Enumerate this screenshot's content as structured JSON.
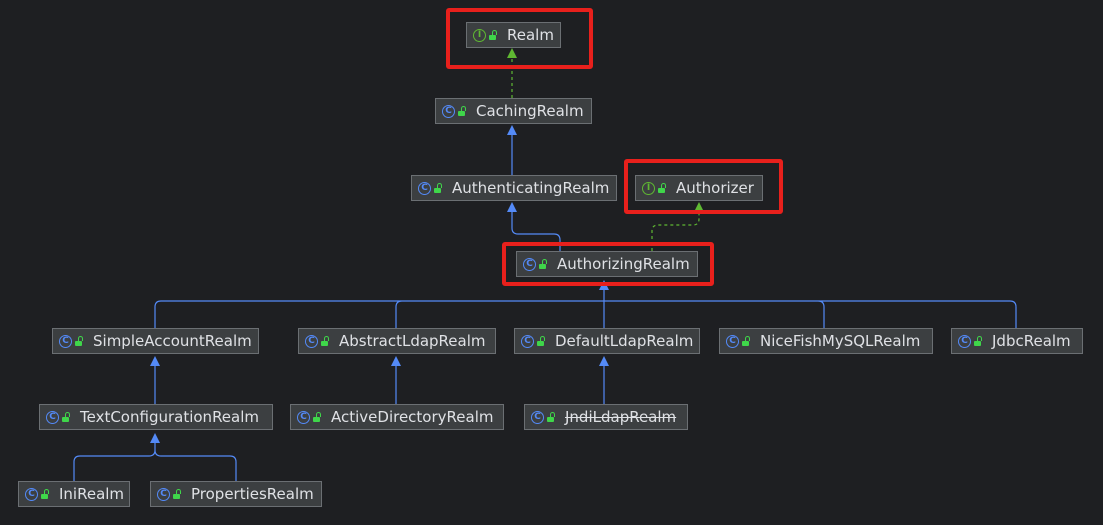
{
  "colors": {
    "background": "#1e1f22",
    "inheritance_edge": "#548af7",
    "implements_edge": "#5fb832",
    "highlight": "#e8201c"
  },
  "nodes": {
    "realm": {
      "label": "Realm",
      "kind": "interface",
      "kind_icon": "interface-icon",
      "badge": "I"
    },
    "caching_realm": {
      "label": "CachingRealm",
      "kind": "class",
      "kind_icon": "class-icon",
      "badge": "C"
    },
    "authenticating_realm": {
      "label": "AuthenticatingRealm",
      "kind": "class",
      "kind_icon": "class-icon",
      "badge": "C"
    },
    "authorizer": {
      "label": "Authorizer",
      "kind": "interface",
      "kind_icon": "interface-icon",
      "badge": "I"
    },
    "authorizing_realm": {
      "label": "AuthorizingRealm",
      "kind": "class",
      "kind_icon": "class-icon",
      "badge": "C"
    },
    "simple_account_realm": {
      "label": "SimpleAccountRealm",
      "kind": "class",
      "kind_icon": "class-icon",
      "badge": "C"
    },
    "abstract_ldap_realm": {
      "label": "AbstractLdapRealm",
      "kind": "class",
      "kind_icon": "class-icon",
      "badge": "C"
    },
    "default_ldap_realm": {
      "label": "DefaultLdapRealm",
      "kind": "class",
      "kind_icon": "class-icon",
      "badge": "C"
    },
    "nicefish_mysql_realm": {
      "label": "NiceFishMySQLRealm",
      "kind": "class",
      "kind_icon": "class-icon",
      "badge": "C"
    },
    "jdbc_realm": {
      "label": "JdbcRealm",
      "kind": "class",
      "kind_icon": "class-icon",
      "badge": "C"
    },
    "text_configuration_realm": {
      "label": "TextConfigurationRealm",
      "kind": "class",
      "kind_icon": "class-icon",
      "badge": "C"
    },
    "active_directory_realm": {
      "label": "ActiveDirectoryRealm",
      "kind": "class",
      "kind_icon": "class-icon",
      "badge": "C"
    },
    "jndi_ldap_realm": {
      "label": "JndiLdapRealm",
      "kind": "class",
      "kind_icon": "class-icon",
      "badge": "C",
      "deprecated": true
    },
    "ini_realm": {
      "label": "IniRealm",
      "kind": "class",
      "kind_icon": "class-icon",
      "badge": "C"
    },
    "properties_realm": {
      "label": "PropertiesRealm",
      "kind": "class",
      "kind_icon": "class-icon",
      "badge": "C"
    }
  },
  "highlighted": [
    "realm",
    "authorizer",
    "authorizing_realm"
  ],
  "edges": [
    {
      "from": "caching_realm",
      "to": "realm",
      "type": "implements"
    },
    {
      "from": "authenticating_realm",
      "to": "caching_realm",
      "type": "extends"
    },
    {
      "from": "authorizing_realm",
      "to": "authenticating_realm",
      "type": "extends"
    },
    {
      "from": "authorizing_realm",
      "to": "authorizer",
      "type": "implements"
    },
    {
      "from": "simple_account_realm",
      "to": "authorizing_realm",
      "type": "extends"
    },
    {
      "from": "abstract_ldap_realm",
      "to": "authorizing_realm",
      "type": "extends"
    },
    {
      "from": "default_ldap_realm",
      "to": "authorizing_realm",
      "type": "extends"
    },
    {
      "from": "nicefish_mysql_realm",
      "to": "authorizing_realm",
      "type": "extends"
    },
    {
      "from": "jdbc_realm",
      "to": "authorizing_realm",
      "type": "extends"
    },
    {
      "from": "text_configuration_realm",
      "to": "simple_account_realm",
      "type": "extends"
    },
    {
      "from": "active_directory_realm",
      "to": "abstract_ldap_realm",
      "type": "extends"
    },
    {
      "from": "jndi_ldap_realm",
      "to": "default_ldap_realm",
      "type": "extends"
    },
    {
      "from": "ini_realm",
      "to": "text_configuration_realm",
      "type": "extends"
    },
    {
      "from": "properties_realm",
      "to": "text_configuration_realm",
      "type": "extends"
    }
  ]
}
